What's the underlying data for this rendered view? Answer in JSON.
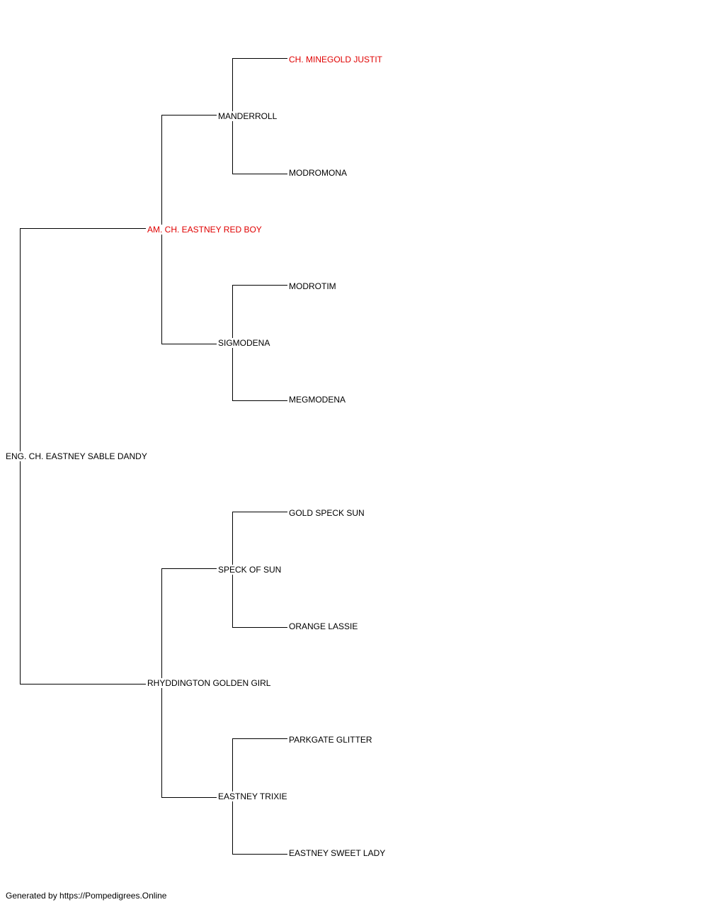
{
  "pedigree": {
    "subject": {
      "name": "ENG. CH. EASTNEY SABLE DANDY",
      "champion": false
    },
    "sire": {
      "name": "AM. CH. EASTNEY RED BOY",
      "champion": true
    },
    "dam": {
      "name": "RHYDDINGTON GOLDEN GIRL",
      "champion": false
    },
    "sire_sire": {
      "name": "MANDERROLL",
      "champion": false
    },
    "sire_dam": {
      "name": "SIGMODENA",
      "champion": false
    },
    "dam_sire": {
      "name": "SPECK OF SUN",
      "champion": false
    },
    "dam_dam": {
      "name": "EASTNEY TRIXIE",
      "champion": false
    },
    "sire_sire_sire": {
      "name": "CH. MINEGOLD JUSTIT",
      "champion": true
    },
    "sire_sire_dam": {
      "name": "MODROMONA",
      "champion": false
    },
    "sire_dam_sire": {
      "name": "MODROTIM",
      "champion": false
    },
    "sire_dam_dam": {
      "name": "MEGMODENA",
      "champion": false
    },
    "dam_sire_sire": {
      "name": "GOLD SPECK SUN",
      "champion": false
    },
    "dam_sire_dam": {
      "name": "ORANGE LASSIE",
      "champion": false
    },
    "dam_dam_sire": {
      "name": "PARKGATE GLITTER",
      "champion": false
    },
    "dam_dam_dam": {
      "name": "EASTNEY SWEET LADY",
      "champion": false
    }
  },
  "colors": {
    "champion_text": "#e00000",
    "normal_text": "#000000",
    "line": "#000000"
  },
  "footer": {
    "text": "Generated by https://Pompedigrees.Online"
  }
}
